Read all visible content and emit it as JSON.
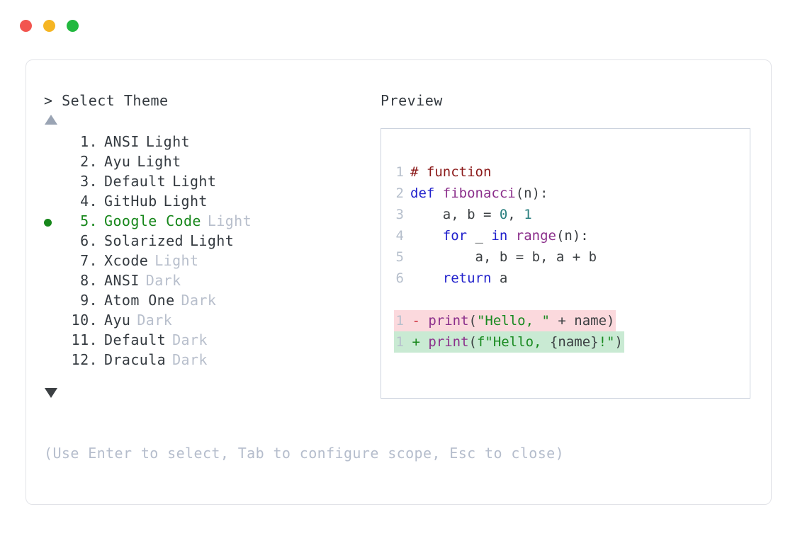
{
  "window": {
    "buttons": [
      {
        "name": "close",
        "color": "#f2554f"
      },
      {
        "name": "minimize",
        "color": "#f5b523"
      },
      {
        "name": "maximize",
        "color": "#22b83f"
      }
    ]
  },
  "prompt": {
    "title": "> Select Theme",
    "scroll_up": "▲",
    "scroll_down": "▼"
  },
  "preview": {
    "title": "Preview"
  },
  "themes": [
    {
      "num": " 1.",
      "name": "ANSI",
      "variant": "Light",
      "selected": false,
      "muted_variant": false
    },
    {
      "num": " 2.",
      "name": "Ayu",
      "variant": "Light",
      "selected": false,
      "muted_variant": false
    },
    {
      "num": " 3.",
      "name": "Default",
      "variant": "Light",
      "selected": false,
      "muted_variant": false
    },
    {
      "num": " 4.",
      "name": "GitHub",
      "variant": "Light",
      "selected": false,
      "muted_variant": false
    },
    {
      "num": " 5.",
      "name": "Google Code",
      "variant": "Light",
      "selected": true,
      "muted_variant": true
    },
    {
      "num": " 6.",
      "name": "Solarized",
      "variant": "Light",
      "selected": false,
      "muted_variant": false
    },
    {
      "num": " 7.",
      "name": "Xcode",
      "variant": "Light",
      "selected": false,
      "muted_variant": true
    },
    {
      "num": " 8.",
      "name": "ANSI",
      "variant": "Dark",
      "selected": false,
      "muted_variant": true
    },
    {
      "num": " 9.",
      "name": "Atom One",
      "variant": "Dark",
      "selected": false,
      "muted_variant": true
    },
    {
      "num": "10.",
      "name": "Ayu",
      "variant": "Dark",
      "selected": false,
      "muted_variant": true
    },
    {
      "num": "11.",
      "name": "Default",
      "variant": "Dark",
      "selected": false,
      "muted_variant": true
    },
    {
      "num": "12.",
      "name": "Dracula",
      "variant": "Dark",
      "selected": false,
      "muted_variant": true
    }
  ],
  "code": {
    "lines": [
      {
        "no": "1",
        "tokens": [
          {
            "t": "# function",
            "c": "tok-comment"
          }
        ]
      },
      {
        "no": "2",
        "tokens": [
          {
            "t": "def ",
            "c": "tok-keyword"
          },
          {
            "t": "fibonacci",
            "c": "tok-func"
          },
          {
            "t": "(n):",
            "c": "tok-plain"
          }
        ]
      },
      {
        "no": "3",
        "tokens": [
          {
            "t": "    a, b = ",
            "c": "tok-plain"
          },
          {
            "t": "0",
            "c": "tok-num"
          },
          {
            "t": ", ",
            "c": "tok-plain"
          },
          {
            "t": "1",
            "c": "tok-num"
          }
        ]
      },
      {
        "no": "4",
        "tokens": [
          {
            "t": "    ",
            "c": "tok-plain"
          },
          {
            "t": "for",
            "c": "tok-keyword"
          },
          {
            "t": " _ ",
            "c": "tok-plain"
          },
          {
            "t": "in",
            "c": "tok-keyword"
          },
          {
            "t": " ",
            "c": "tok-plain"
          },
          {
            "t": "range",
            "c": "tok-func"
          },
          {
            "t": "(n):",
            "c": "tok-plain"
          }
        ]
      },
      {
        "no": "5",
        "tokens": [
          {
            "t": "        a, b = b, a + b",
            "c": "tok-plain"
          }
        ]
      },
      {
        "no": "6",
        "tokens": [
          {
            "t": "    ",
            "c": "tok-plain"
          },
          {
            "t": "return",
            "c": "tok-keyword"
          },
          {
            "t": " a",
            "c": "tok-plain"
          }
        ]
      }
    ],
    "diff": [
      {
        "no": "1",
        "kind": "del",
        "mark": "-",
        "tokens": [
          {
            "t": "print",
            "c": "tok-func"
          },
          {
            "t": "(",
            "c": "tok-plain"
          },
          {
            "t": "\"Hello, \"",
            "c": "tok-str"
          },
          {
            "t": " + name)",
            "c": "tok-plain"
          }
        ]
      },
      {
        "no": "1",
        "kind": "add",
        "mark": "+",
        "tokens": [
          {
            "t": "print",
            "c": "tok-func"
          },
          {
            "t": "(",
            "c": "tok-plain"
          },
          {
            "t": "f\"Hello, ",
            "c": "tok-str"
          },
          {
            "t": "{name}",
            "c": "tok-plain"
          },
          {
            "t": "!\"",
            "c": "tok-str"
          },
          {
            "t": ")",
            "c": "tok-plain"
          }
        ]
      }
    ]
  },
  "hint": "(Use Enter to select, Tab to configure scope, Esc to close)",
  "colors": {
    "selected_green": "#17871b",
    "muted_gray": "#b8bfcc",
    "text": "#343a40",
    "diff_del_bg": "#fbd9dd",
    "diff_add_bg": "#c9ead3",
    "panel_border": "#ccd3de",
    "card_border": "#e2e3e8"
  }
}
